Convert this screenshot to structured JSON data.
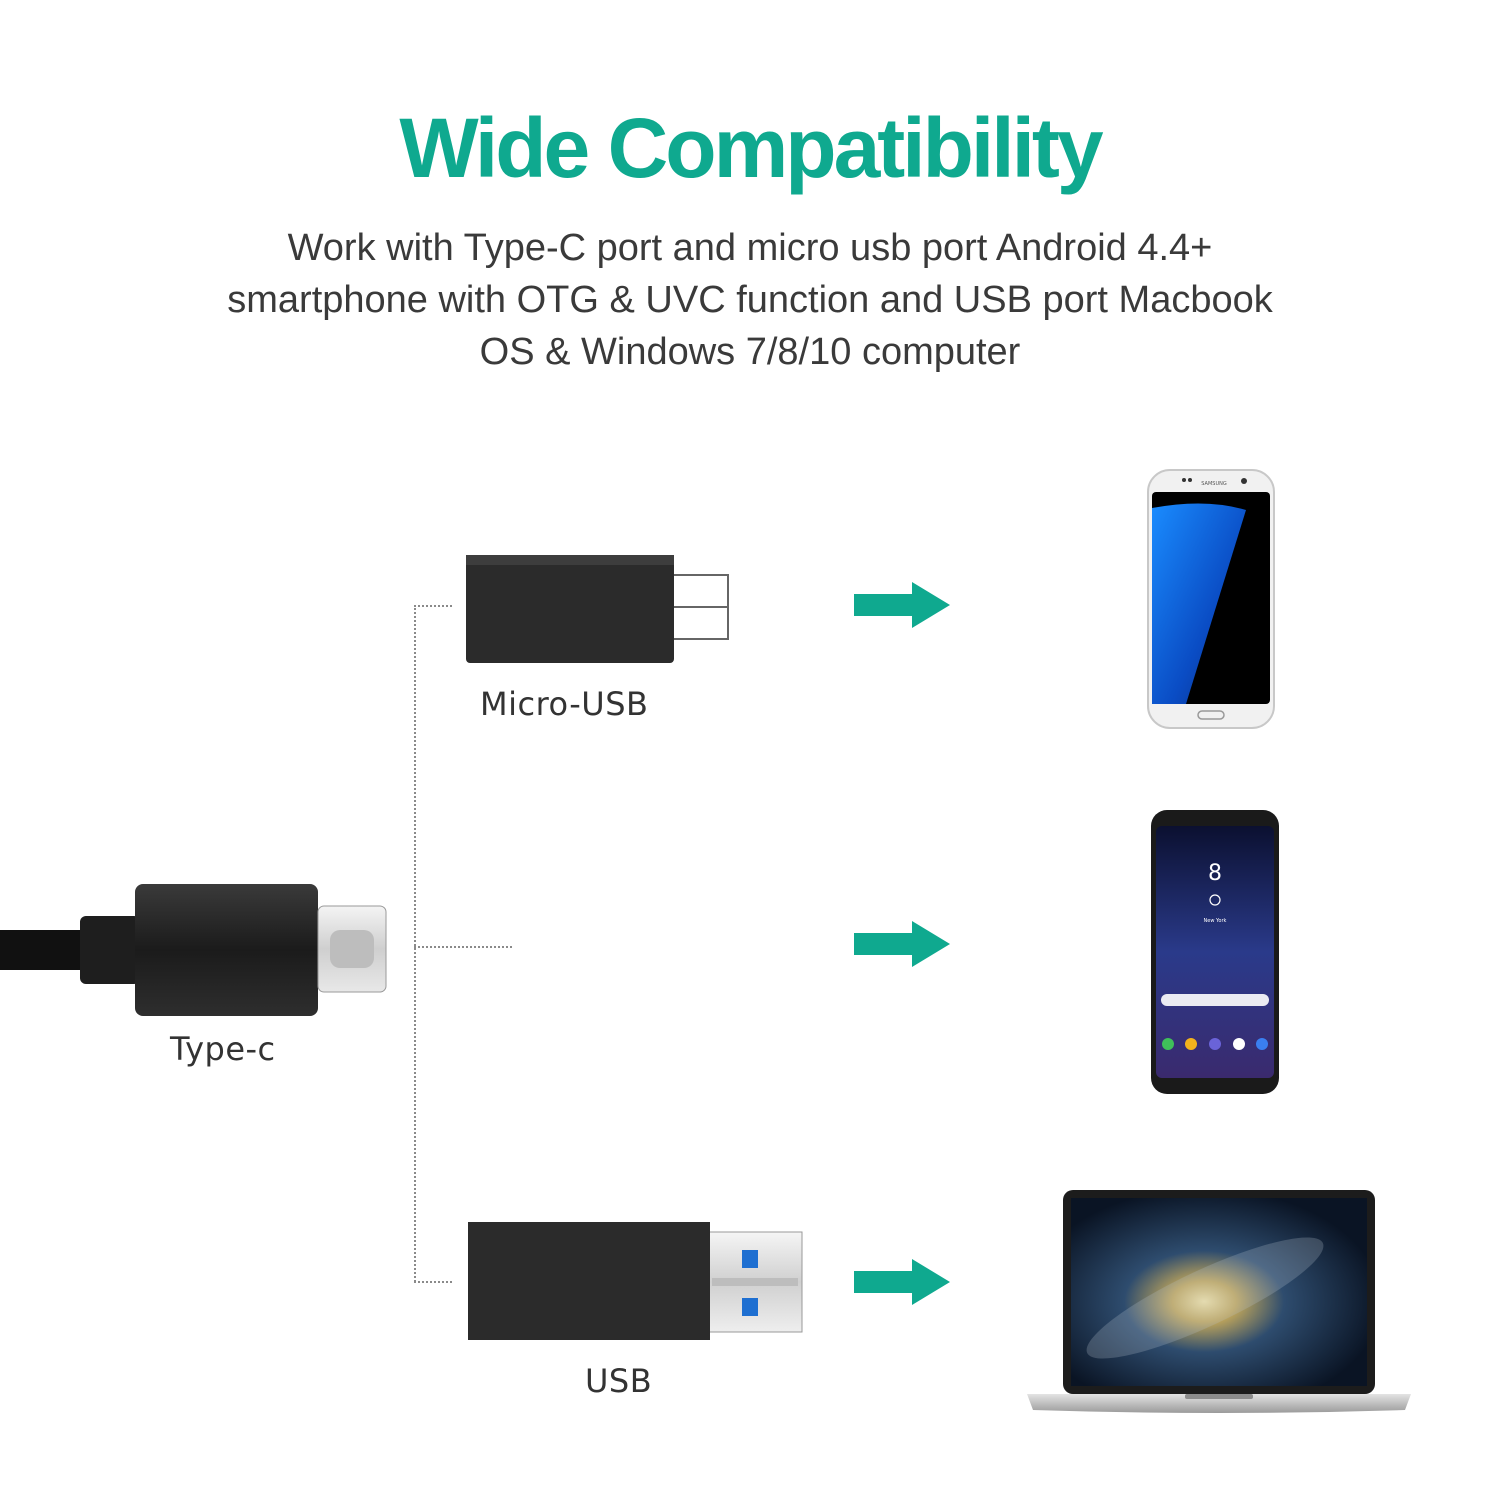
{
  "title": "Wide Compatibility",
  "subtitle": {
    "line1": "Work with Type-C port and micro usb port Android 4.4+",
    "line2": "smartphone with OTG & UVC function and USB port Macbook",
    "line3": "OS & Windows 7/8/10 computer"
  },
  "connectors": {
    "type_c": "Type-c",
    "micro_usb": "Micro-USB",
    "usb": "USB"
  },
  "devices": {
    "phone1_brand": "SAMSUNG",
    "phone2_time": "8",
    "phone2_city": "New York"
  },
  "colors": {
    "accent": "#0fa98f",
    "text": "#3a3a3a",
    "connector_dark": "#2a2a2a"
  }
}
